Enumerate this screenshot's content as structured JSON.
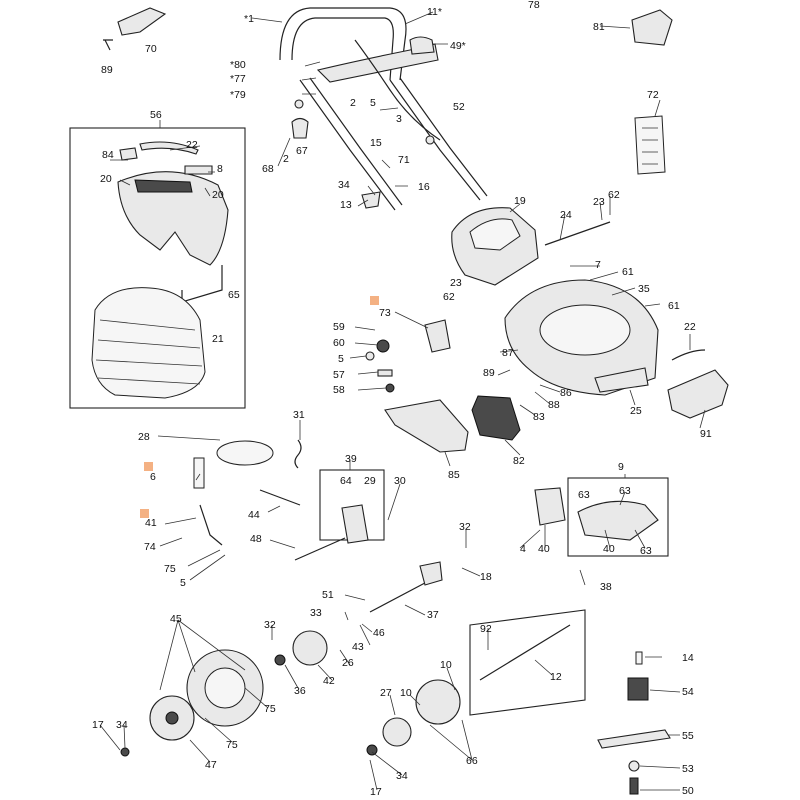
{
  "labels": [
    {
      "text": "78"
    },
    {
      "text": "*1"
    },
    {
      "text": "11*"
    },
    {
      "text": "81"
    },
    {
      "text": "70"
    },
    {
      "text": "89"
    },
    {
      "text": "49*"
    },
    {
      "text": "*80"
    },
    {
      "text": "*77"
    },
    {
      "text": "*79"
    },
    {
      "text": "2"
    },
    {
      "text": "5"
    },
    {
      "text": "52"
    },
    {
      "text": "72"
    },
    {
      "text": "56"
    },
    {
      "text": "22"
    },
    {
      "text": "84"
    },
    {
      "text": "8"
    },
    {
      "text": "20"
    },
    {
      "text": "20"
    },
    {
      "text": "3"
    },
    {
      "text": "15"
    },
    {
      "text": "2"
    },
    {
      "text": "67"
    },
    {
      "text": "68"
    },
    {
      "text": "71"
    },
    {
      "text": "34"
    },
    {
      "text": "16"
    },
    {
      "text": "13"
    },
    {
      "text": "19"
    },
    {
      "text": "24"
    },
    {
      "text": "23"
    },
    {
      "text": "62"
    },
    {
      "text": "65"
    },
    {
      "text": "21"
    },
    {
      "text": "7"
    },
    {
      "text": "61"
    },
    {
      "text": "23"
    },
    {
      "text": "62"
    },
    {
      "text": "35"
    },
    {
      "text": "61"
    },
    {
      "text": "73"
    },
    {
      "text": "59"
    },
    {
      "text": "60"
    },
    {
      "text": "5"
    },
    {
      "text": "57"
    },
    {
      "text": "58"
    },
    {
      "text": "22"
    },
    {
      "text": "87"
    },
    {
      "text": "89"
    },
    {
      "text": "86"
    },
    {
      "text": "88"
    },
    {
      "text": "83"
    },
    {
      "text": "25"
    },
    {
      "text": "91"
    },
    {
      "text": "31"
    },
    {
      "text": "28"
    },
    {
      "text": "85"
    },
    {
      "text": "82"
    },
    {
      "text": "39"
    },
    {
      "text": "6"
    },
    {
      "text": "64"
    },
    {
      "text": "29"
    },
    {
      "text": "30"
    },
    {
      "text": "9"
    },
    {
      "text": "63"
    },
    {
      "text": "63"
    },
    {
      "text": "44"
    },
    {
      "text": "41"
    },
    {
      "text": "74"
    },
    {
      "text": "48"
    },
    {
      "text": "4"
    },
    {
      "text": "40"
    },
    {
      "text": "40"
    },
    {
      "text": "63"
    },
    {
      "text": "32"
    },
    {
      "text": "75"
    },
    {
      "text": "18"
    },
    {
      "text": "5"
    },
    {
      "text": "38"
    },
    {
      "text": "51"
    },
    {
      "text": "33"
    },
    {
      "text": "46"
    },
    {
      "text": "37"
    },
    {
      "text": "45"
    },
    {
      "text": "92"
    },
    {
      "text": "43"
    },
    {
      "text": "32"
    },
    {
      "text": "26"
    },
    {
      "text": "14"
    },
    {
      "text": "12"
    },
    {
      "text": "10"
    },
    {
      "text": "36"
    },
    {
      "text": "42"
    },
    {
      "text": "75"
    },
    {
      "text": "54"
    },
    {
      "text": "27"
    },
    {
      "text": "10"
    },
    {
      "text": "75"
    },
    {
      "text": "55"
    },
    {
      "text": "17"
    },
    {
      "text": "34"
    },
    {
      "text": "47"
    },
    {
      "text": "66"
    },
    {
      "text": "34"
    },
    {
      "text": "53"
    },
    {
      "text": "17"
    },
    {
      "text": "50"
    }
  ]
}
